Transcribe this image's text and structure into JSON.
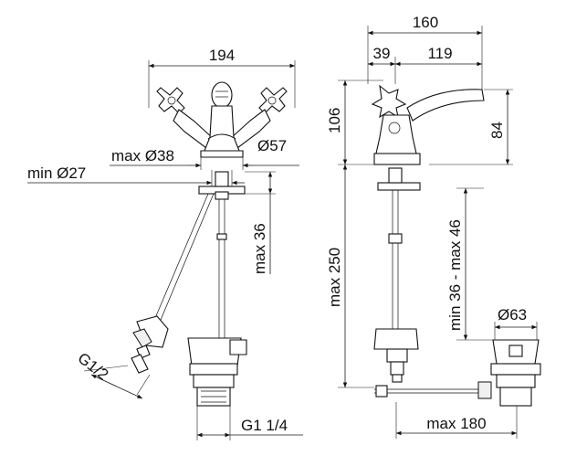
{
  "diagram": {
    "front_view": {
      "width_total": "194",
      "spout_diameter": "max Ø38",
      "body_diameter": "Ø57",
      "hole_diameter": "min Ø27",
      "deck_thickness": "max 36",
      "connection_left": "G1/2",
      "waste_thread": "G1 1/4"
    },
    "side_view": {
      "depth_total": "160",
      "depth_front": "39",
      "depth_rear": "119",
      "height_total": "106",
      "spout_height": "84",
      "rod_length": "max 250",
      "deck_range": "min 36 - max 46",
      "waste_diameter": "Ø63",
      "rod_reach": "max 180"
    }
  }
}
